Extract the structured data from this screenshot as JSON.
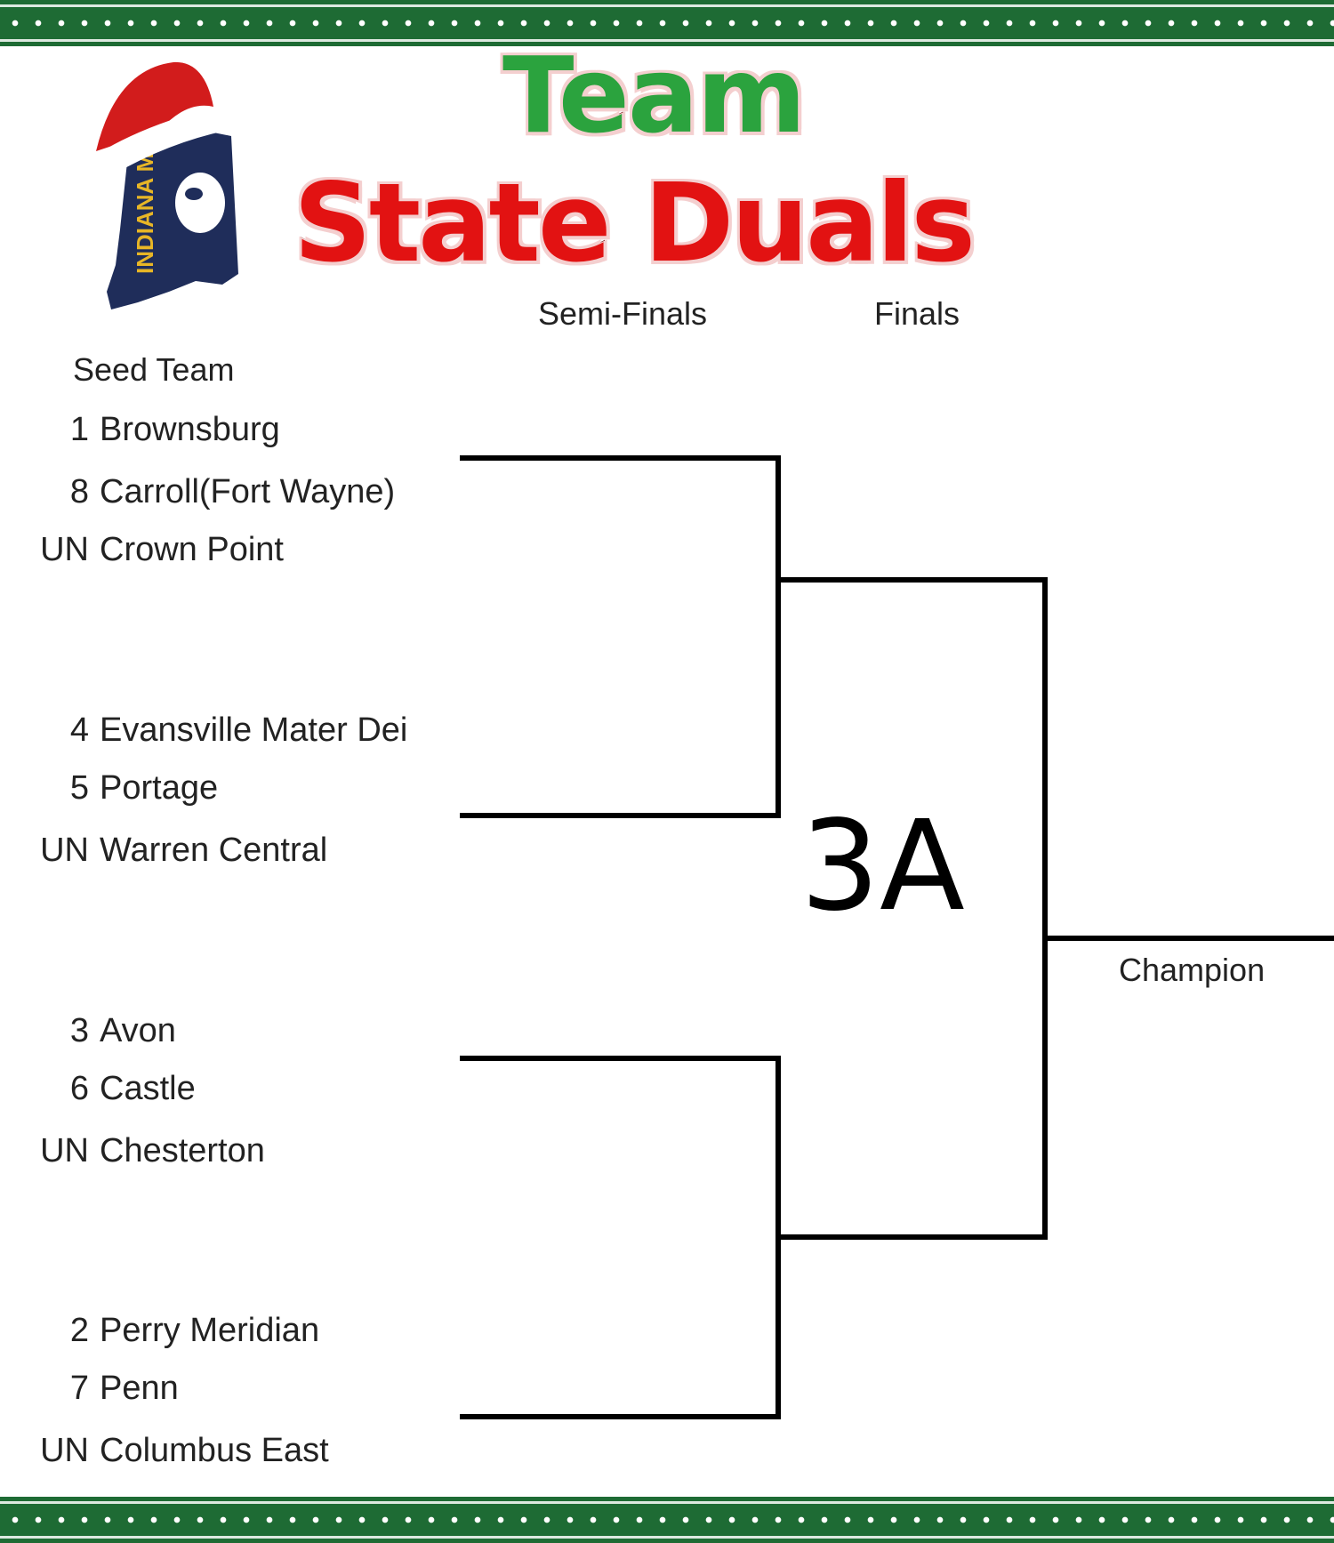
{
  "title": {
    "line1": "Team",
    "line2": "State Duals"
  },
  "logo": {
    "text": "INDIANA M",
    "icon": "indiana-map-with-santa-hat"
  },
  "round_headers": {
    "semifinals": "Semi-Finals",
    "finals": "Finals"
  },
  "column_headers": {
    "seed_team": "Seed Team"
  },
  "division": "3A",
  "champion_label": "Champion",
  "colors": {
    "border_green": "#1e6b34",
    "title_green": "#2ba33e",
    "title_red": "#e21212"
  },
  "groups": [
    {
      "entries": [
        {
          "seed": "1",
          "team": "Brownsburg"
        },
        {
          "seed": "8",
          "team": "Carroll(Fort Wayne)"
        },
        {
          "seed": "UN",
          "team": "Crown Point"
        }
      ]
    },
    {
      "entries": [
        {
          "seed": "4",
          "team": "Evansville Mater Dei"
        },
        {
          "seed": "5",
          "team": "Portage"
        },
        {
          "seed": "UN",
          "team": "Warren Central"
        }
      ]
    },
    {
      "entries": [
        {
          "seed": "3",
          "team": "Avon"
        },
        {
          "seed": "6",
          "team": "Castle"
        },
        {
          "seed": "UN",
          "team": "Chesterton"
        }
      ]
    },
    {
      "entries": [
        {
          "seed": "2",
          "team": "Perry Meridian"
        },
        {
          "seed": "7",
          "team": "Penn"
        },
        {
          "seed": "UN",
          "team": "Columbus East"
        }
      ]
    }
  ]
}
